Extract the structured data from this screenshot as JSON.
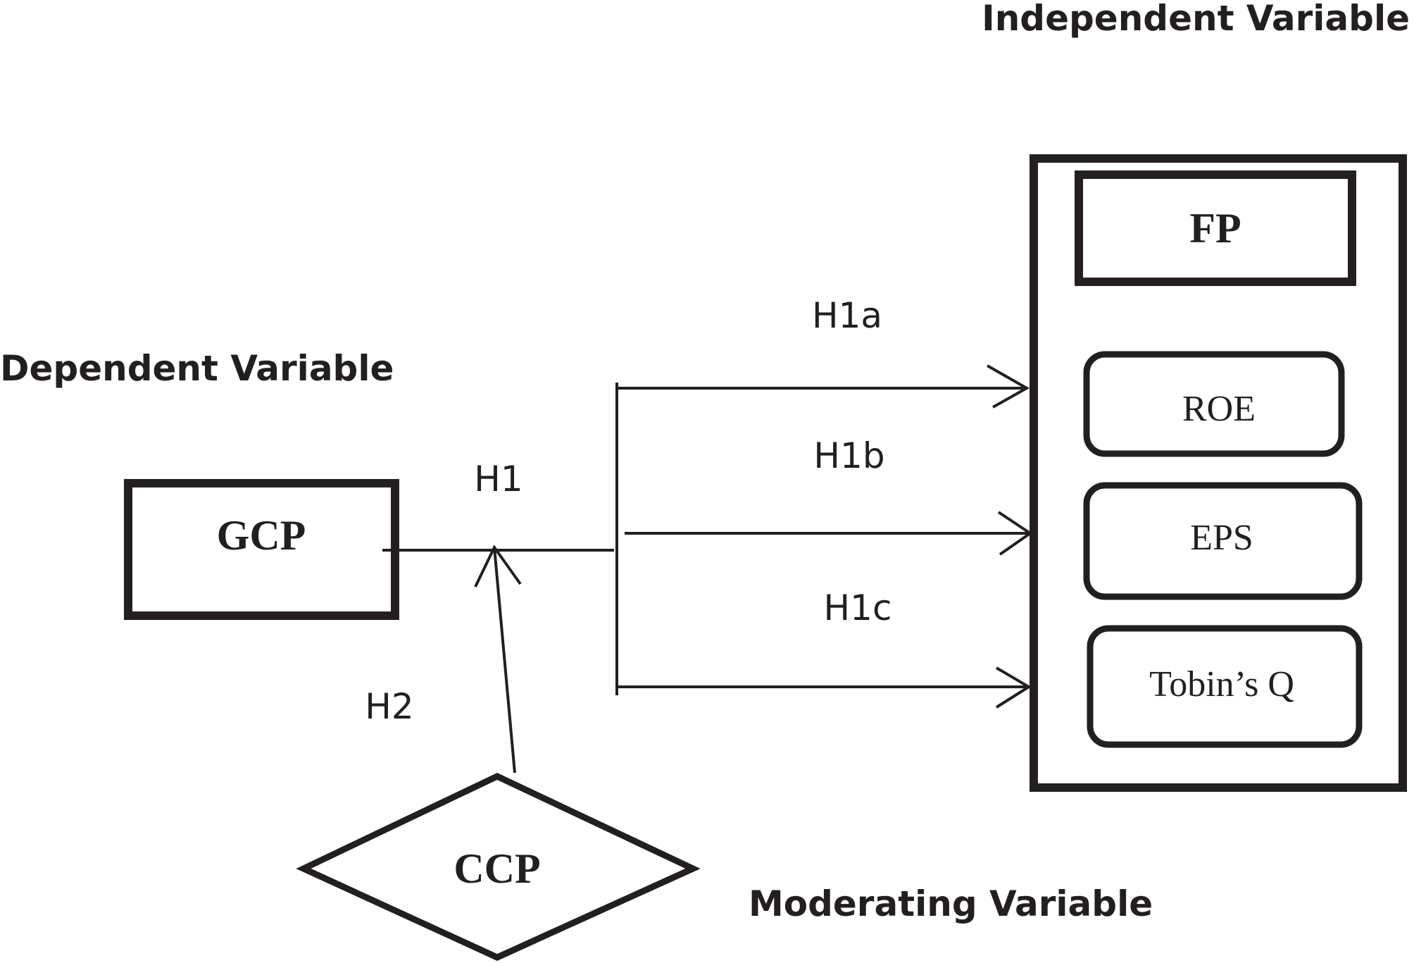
{
  "headings": {
    "independent": "Independent Variable",
    "dependent": "Dependent Variable",
    "moderating": "Moderating Variable"
  },
  "nodes": {
    "gcp": "GCP",
    "ccp": "CCP",
    "fp": "FP",
    "roe": "ROE",
    "eps": "EPS",
    "tobins_q": "Tobin’s Q"
  },
  "hypotheses": {
    "h1": "H1",
    "h1a": "H1a",
    "h1b": "H1b",
    "h1c": "H1c",
    "h2": "H2"
  }
}
